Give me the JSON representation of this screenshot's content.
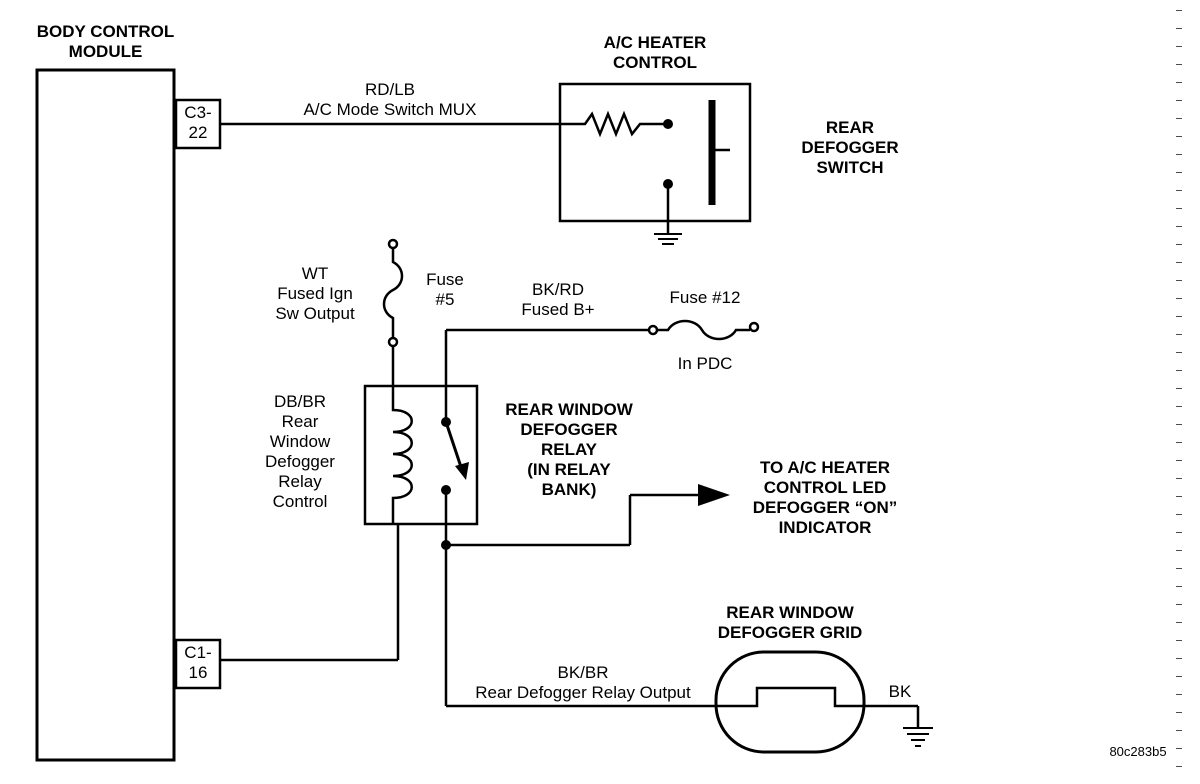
{
  "bcm": {
    "title_line1": "BODY CONTROL",
    "title_line2": "MODULE",
    "pin_top": "C3-\n22",
    "pin_bottom": "C1-\n16"
  },
  "ac_control": {
    "title_line1": "A/C HEATER",
    "title_line2": "CONTROL",
    "wire_color": "RD/LB",
    "wire_name": "A/C Mode Switch MUX",
    "switch_label_line1": "REAR",
    "switch_label_line2": "DEFOGGER",
    "switch_label_line3": "SWITCH"
  },
  "ignition": {
    "wire_color": "WT",
    "line2": "Fused Ign",
    "line3": "Sw Output",
    "fuse_line1": "Fuse",
    "fuse_line2": "#5"
  },
  "battery": {
    "wire_color": "BK/RD",
    "wire_name": "Fused B+",
    "fuse": "Fuse #12",
    "location": "In PDC"
  },
  "relay_control": {
    "line1": "DB/BR",
    "line2": "Rear",
    "line3": "Window",
    "line4": "Defogger",
    "line5": "Relay",
    "line6": "Control"
  },
  "relay": {
    "line1": "REAR WINDOW",
    "line2": "DEFOGGER",
    "line3": "RELAY",
    "line4": "(IN RELAY",
    "line5": "BANK)"
  },
  "indicator": {
    "line1": "TO A/C HEATER",
    "line2": "CONTROL LED",
    "line3": "DEFOGGER “ON”",
    "line4": "INDICATOR"
  },
  "grid": {
    "title_line1": "REAR WINDOW",
    "title_line2": "DEFOGGER GRID",
    "output_color": "BK/BR",
    "output_name": "Rear Defogger Relay Output",
    "ground_color": "BK"
  },
  "figure_id": "80c283b5"
}
